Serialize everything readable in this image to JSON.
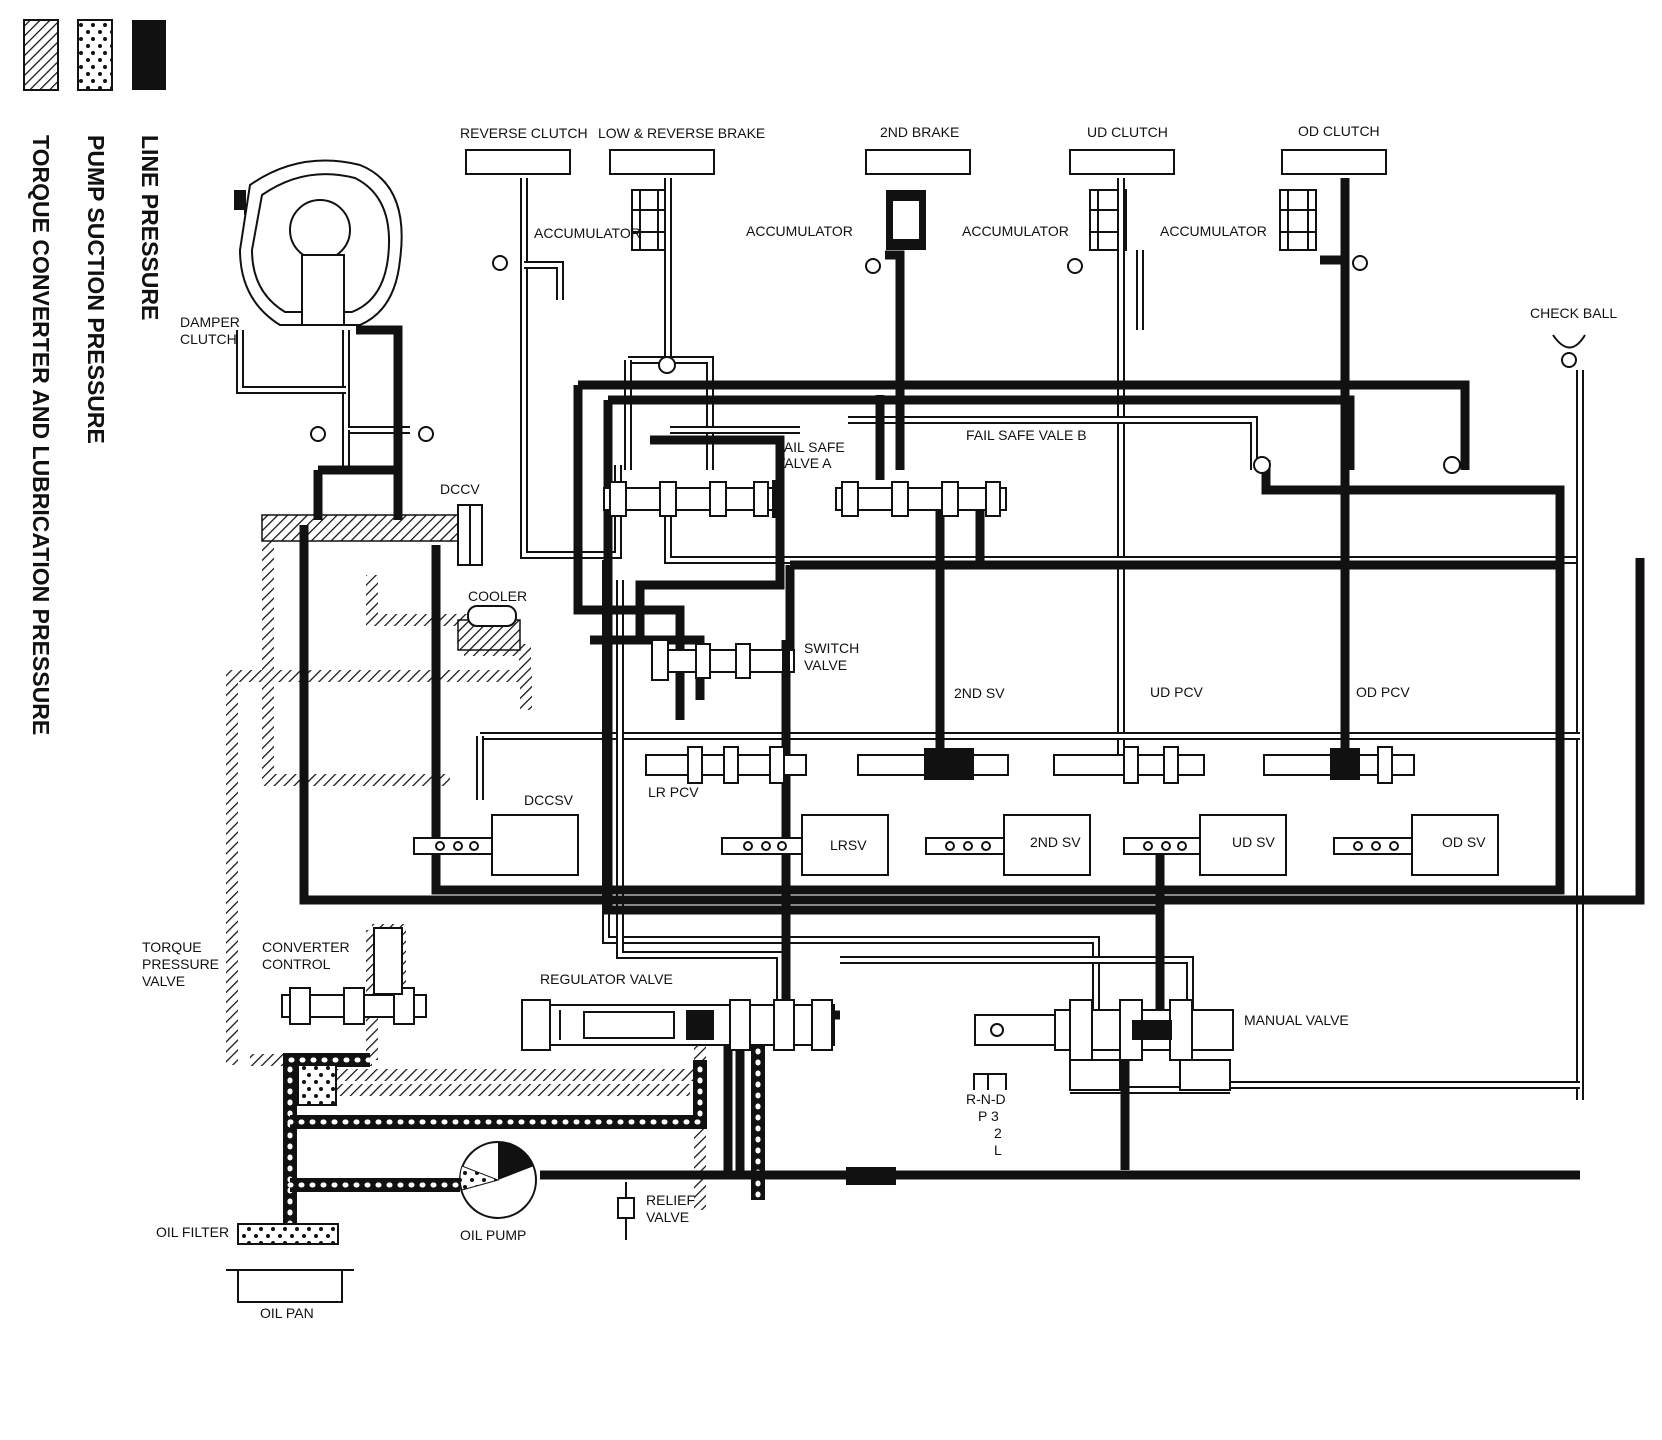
{
  "legend": [
    {
      "key": "line",
      "text": "LINE PRESSURE"
    },
    {
      "key": "suction",
      "text": "PUMP SUCTION PRESSURE"
    },
    {
      "key": "converter",
      "text": "TORQUE CONVERTER AND LUBRICATION PRESSURE"
    }
  ],
  "labels": {
    "reverse_clutch": "REVERSE CLUTCH",
    "low_reverse_brake": "LOW & REVERSE BRAKE",
    "second_brake": "2ND BRAKE",
    "ud_clutch": "UD CLUTCH",
    "od_clutch": "OD CLUTCH",
    "accumulator": "ACCUMULATOR",
    "check_ball": "CHECK BALL",
    "damper_clutch_1": "DAMPER",
    "damper_clutch_2": "CLUTCH",
    "fail_safe_a_1": "FAIL SAFE",
    "fail_safe_a_2": "VALVE A",
    "fail_safe_b": "FAIL SAFE VALE B",
    "dccv": "DCCV",
    "cooler": "COOLER",
    "switch_valve_1": "SWITCH",
    "switch_valve_2": "VALVE",
    "second_sv_top": "2ND SV",
    "ud_pcv": "UD PCV",
    "od_pcv": "OD PCV",
    "dccsv": "DCCSV",
    "lr_pcv": "LR PCV",
    "lrsv": "LRSV",
    "second_sv": "2ND SV",
    "ud_sv": "UD SV",
    "od_sv": "OD SV",
    "torque_pressure_1": "TORQUE",
    "torque_pressure_2": "PRESSURE",
    "torque_pressure_3": "VALVE",
    "converter_control_1": "CONVERTER",
    "converter_control_2": "CONTROL",
    "regulator_valve": "REGULATOR VALVE",
    "manual_valve": "MANUAL VALVE",
    "rnd": "R-N-D",
    "p3": "P  3",
    "two": "2",
    "l": "L",
    "oil_filter": "OIL FILTER",
    "oil_pump": "OIL PUMP",
    "relief_1": "RELIEF",
    "relief_2": "VALVE",
    "oil_pan": "OIL PAN"
  }
}
